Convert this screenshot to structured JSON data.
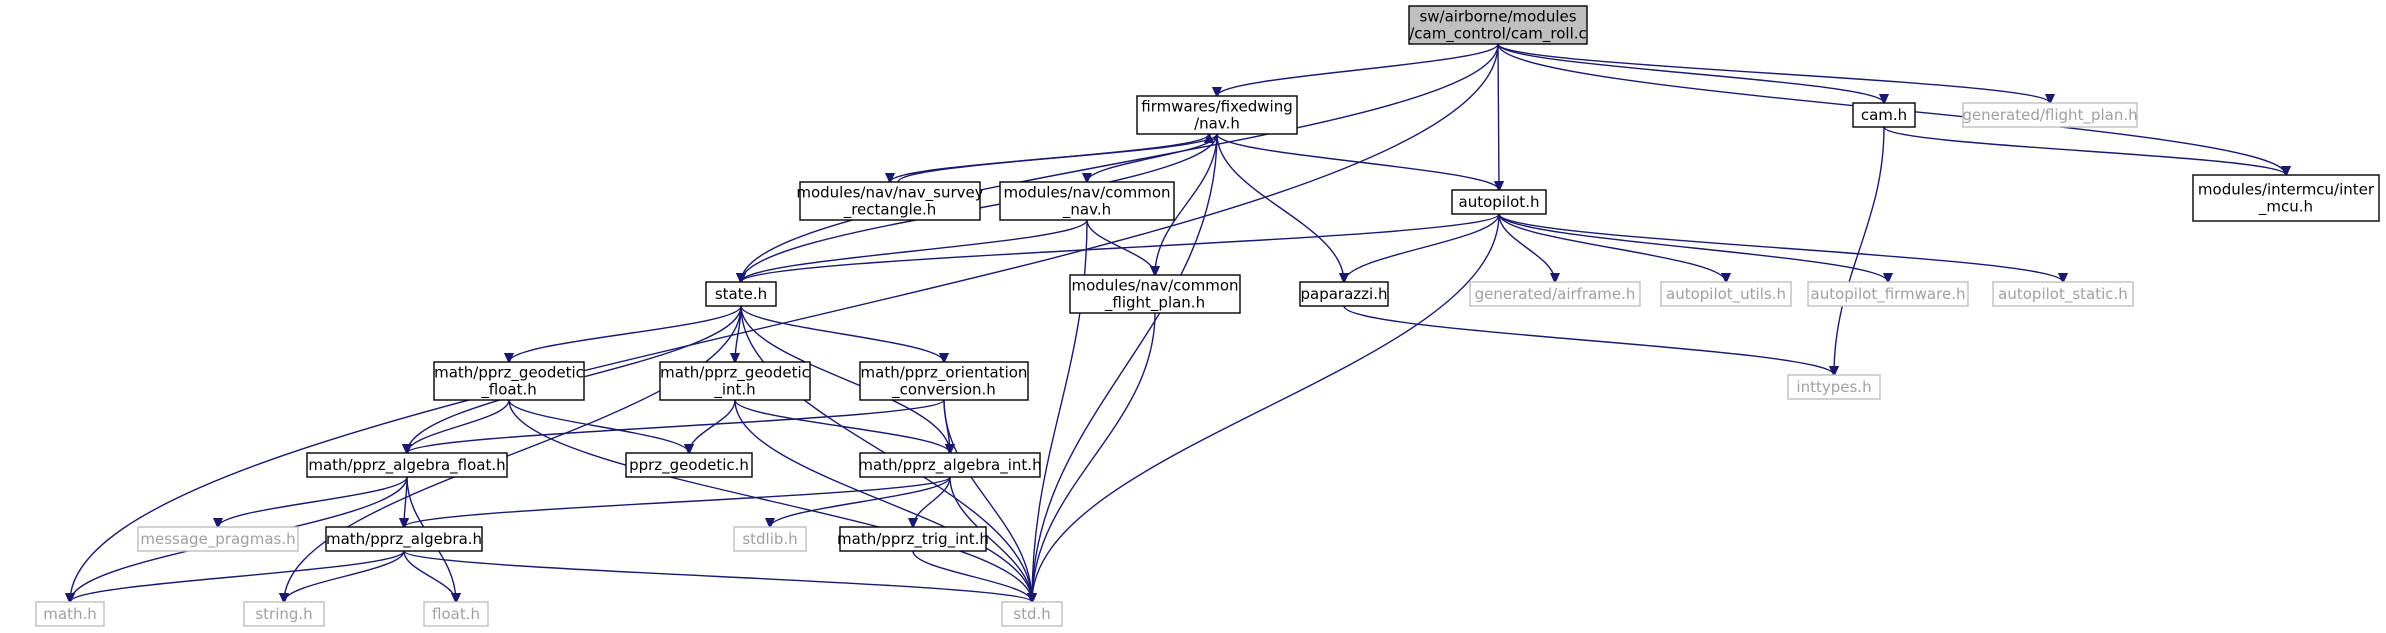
{
  "colors": {
    "edge": "#191970",
    "root_fill": "#bfbfbf",
    "node_border": "#000000",
    "external_border": "#bfbfbf",
    "external_text": "#a0a0a0"
  },
  "nodes": [
    {
      "id": "cam_roll",
      "lines": [
        "sw/airborne/modules",
        "/cam_control/cam_roll.c"
      ],
      "kind": "root"
    },
    {
      "id": "fw_nav",
      "lines": [
        "firmwares/fixedwing",
        "/nav.h"
      ],
      "kind": "dark"
    },
    {
      "id": "cam",
      "lines": [
        "cam.h"
      ],
      "kind": "dark"
    },
    {
      "id": "gen_fp",
      "lines": [
        "generated/flight_plan.h"
      ],
      "kind": "grey"
    },
    {
      "id": "intermcu",
      "lines": [
        "modules/intermcu/inter",
        "_mcu.h"
      ],
      "kind": "dark"
    },
    {
      "id": "nav_survey",
      "lines": [
        "modules/nav/nav_survey",
        "_rectangle.h"
      ],
      "kind": "dark"
    },
    {
      "id": "common_nav",
      "lines": [
        "modules/nav/common",
        "_nav.h"
      ],
      "kind": "dark"
    },
    {
      "id": "autopilot",
      "lines": [
        "autopilot.h"
      ],
      "kind": "dark"
    },
    {
      "id": "state",
      "lines": [
        "state.h"
      ],
      "kind": "dark"
    },
    {
      "id": "common_fp",
      "lines": [
        "modules/nav/common",
        "_flight_plan.h"
      ],
      "kind": "dark"
    },
    {
      "id": "paparazzi",
      "lines": [
        "paparazzi.h"
      ],
      "kind": "dark"
    },
    {
      "id": "gen_airframe",
      "lines": [
        "generated/airframe.h"
      ],
      "kind": "grey"
    },
    {
      "id": "ap_utils",
      "lines": [
        "autopilot_utils.h"
      ],
      "kind": "grey"
    },
    {
      "id": "ap_firmware",
      "lines": [
        "autopilot_firmware.h"
      ],
      "kind": "grey"
    },
    {
      "id": "ap_static",
      "lines": [
        "autopilot_static.h"
      ],
      "kind": "grey"
    },
    {
      "id": "geodetic_float",
      "lines": [
        "math/pprz_geodetic",
        "_float.h"
      ],
      "kind": "dark"
    },
    {
      "id": "geodetic_int",
      "lines": [
        "math/pprz_geodetic",
        "_int.h"
      ],
      "kind": "dark"
    },
    {
      "id": "orientation",
      "lines": [
        "math/pprz_orientation",
        "_conversion.h"
      ],
      "kind": "dark"
    },
    {
      "id": "inttypes",
      "lines": [
        "inttypes.h"
      ],
      "kind": "grey"
    },
    {
      "id": "algebra_float",
      "lines": [
        "math/pprz_algebra_float.h"
      ],
      "kind": "dark"
    },
    {
      "id": "pprz_geodetic",
      "lines": [
        "pprz_geodetic.h"
      ],
      "kind": "dark"
    },
    {
      "id": "algebra_int",
      "lines": [
        "math/pprz_algebra_int.h"
      ],
      "kind": "dark"
    },
    {
      "id": "msg_pragmas",
      "lines": [
        "message_pragmas.h"
      ],
      "kind": "grey"
    },
    {
      "id": "algebra",
      "lines": [
        "math/pprz_algebra.h"
      ],
      "kind": "dark"
    },
    {
      "id": "stdlib",
      "lines": [
        "stdlib.h"
      ],
      "kind": "grey"
    },
    {
      "id": "trig_int",
      "lines": [
        "math/pprz_trig_int.h"
      ],
      "kind": "dark"
    },
    {
      "id": "math",
      "lines": [
        "math.h"
      ],
      "kind": "grey"
    },
    {
      "id": "string",
      "lines": [
        "string.h"
      ],
      "kind": "grey"
    },
    {
      "id": "float",
      "lines": [
        "float.h"
      ],
      "kind": "grey"
    },
    {
      "id": "std",
      "lines": [
        "std.h"
      ],
      "kind": "grey"
    }
  ],
  "edges": [
    [
      "cam_roll",
      "math"
    ],
    [
      "cam_roll",
      "state"
    ],
    [
      "cam_roll",
      "fw_nav"
    ],
    [
      "cam_roll",
      "autopilot"
    ],
    [
      "cam_roll",
      "cam"
    ],
    [
      "cam_roll",
      "gen_fp"
    ],
    [
      "cam_roll",
      "intermcu"
    ],
    [
      "fw_nav",
      "state"
    ],
    [
      "fw_nav",
      "nav_survey"
    ],
    [
      "nav_survey",
      "fw_nav"
    ],
    [
      "fw_nav",
      "common_nav"
    ],
    [
      "fw_nav",
      "common_fp"
    ],
    [
      "fw_nav",
      "std"
    ],
    [
      "fw_nav",
      "paparazzi"
    ],
    [
      "fw_nav",
      "autopilot"
    ],
    [
      "cam",
      "intermcu"
    ],
    [
      "cam",
      "inttypes"
    ],
    [
      "common_nav",
      "state"
    ],
    [
      "common_nav",
      "common_fp"
    ],
    [
      "common_nav",
      "std"
    ],
    [
      "autopilot",
      "state"
    ],
    [
      "autopilot",
      "paparazzi"
    ],
    [
      "autopilot",
      "std"
    ],
    [
      "autopilot",
      "gen_airframe"
    ],
    [
      "autopilot",
      "ap_utils"
    ],
    [
      "autopilot",
      "ap_firmware"
    ],
    [
      "autopilot",
      "ap_static"
    ],
    [
      "paparazzi",
      "inttypes"
    ],
    [
      "common_fp",
      "std"
    ],
    [
      "state",
      "geodetic_float"
    ],
    [
      "state",
      "geodetic_int"
    ],
    [
      "state",
      "orientation"
    ],
    [
      "state",
      "algebra_float"
    ],
    [
      "state",
      "algebra_int"
    ],
    [
      "state",
      "std"
    ],
    [
      "state",
      "string"
    ],
    [
      "geodetic_float",
      "algebra_float"
    ],
    [
      "geodetic_float",
      "pprz_geodetic"
    ],
    [
      "geodetic_float",
      "std"
    ],
    [
      "geodetic_int",
      "pprz_geodetic"
    ],
    [
      "geodetic_int",
      "algebra_int"
    ],
    [
      "geodetic_int",
      "std"
    ],
    [
      "orientation",
      "algebra_float"
    ],
    [
      "orientation",
      "algebra_int"
    ],
    [
      "orientation",
      "std"
    ],
    [
      "algebra_float",
      "algebra"
    ],
    [
      "algebra_float",
      "msg_pragmas"
    ],
    [
      "algebra_float",
      "math"
    ],
    [
      "algebra_float",
      "float"
    ],
    [
      "algebra_int",
      "algebra"
    ],
    [
      "algebra_int",
      "stdlib"
    ],
    [
      "algebra_int",
      "trig_int"
    ],
    [
      "algebra_int",
      "std"
    ],
    [
      "algebra",
      "math"
    ],
    [
      "algebra",
      "string"
    ],
    [
      "algebra",
      "float"
    ],
    [
      "algebra",
      "std"
    ],
    [
      "trig_int",
      "std"
    ]
  ]
}
